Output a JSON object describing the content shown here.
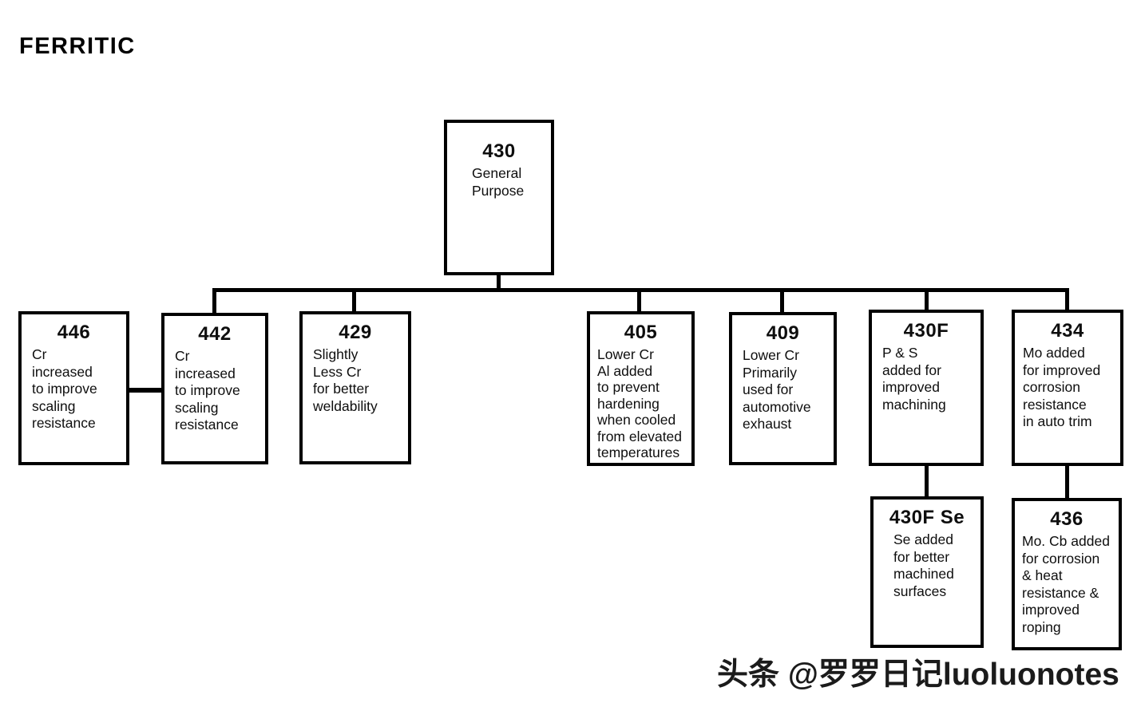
{
  "page": {
    "title": "FERRITIC",
    "watermark": "头条 @罗罗日记luoluonotes"
  },
  "colors": {
    "background": "#ffffff",
    "line": "#000000",
    "text": "#0e0e0e"
  },
  "nodes": [
    {
      "id": "430",
      "code": "430",
      "desc": "General\nPurpose"
    },
    {
      "id": "446",
      "code": "446",
      "desc": "Cr\nincreased\nto improve\nscaling\nresistance"
    },
    {
      "id": "442",
      "code": "442",
      "desc": "Cr\nincreased\nto improve\nscaling\nresistance"
    },
    {
      "id": "429",
      "code": "429",
      "desc": "Slightly\nLess Cr\nfor better\nweldability"
    },
    {
      "id": "405",
      "code": "405",
      "desc": "Lower Cr\nAl added\nto prevent\nhardening\nwhen cooled\nfrom elevated\ntemperatures"
    },
    {
      "id": "409",
      "code": "409",
      "desc": "Lower Cr\nPrimarily\nused for\nautomotive\nexhaust"
    },
    {
      "id": "430F",
      "code": "430F",
      "desc": "P & S\nadded for\nimproved\nmachining"
    },
    {
      "id": "434",
      "code": "434",
      "desc": "Mo added\nfor improved\ncorrosion\nresistance\nin auto trim"
    },
    {
      "id": "430F Se",
      "code": "430F Se",
      "desc": "Se added\nfor better\nmachined\nsurfaces"
    },
    {
      "id": "436",
      "code": "436",
      "desc": "Mo. Cb added\nfor corrosion\n& heat\nresistance &\nimproved\nroping"
    }
  ],
  "edges": [
    {
      "from": "430",
      "to": "442"
    },
    {
      "from": "430",
      "to": "429"
    },
    {
      "from": "430",
      "to": "405"
    },
    {
      "from": "430",
      "to": "409"
    },
    {
      "from": "430",
      "to": "430F"
    },
    {
      "from": "430",
      "to": "434"
    },
    {
      "from": "442",
      "to": "446",
      "style": "side-link"
    },
    {
      "from": "430F",
      "to": "430F Se"
    },
    {
      "from": "434",
      "to": "436"
    }
  ]
}
